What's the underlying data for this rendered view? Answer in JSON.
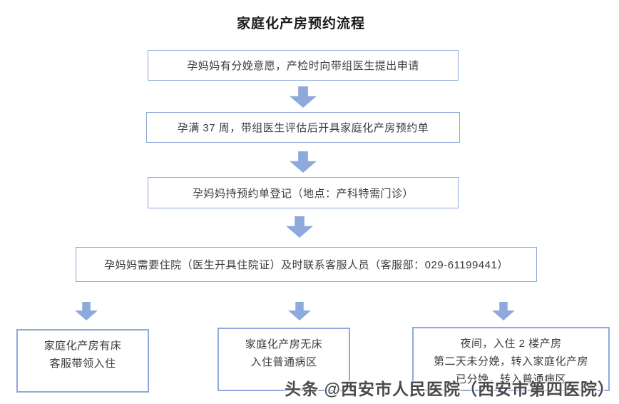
{
  "title": "家庭化产房预约流程",
  "flow": {
    "steps": [
      {
        "text": "孕妈妈有分娩意愿，产检时向带组医生提出申请"
      },
      {
        "text": "孕满 37 周，带组医生评估后开具家庭化产房预约单"
      },
      {
        "text": "孕妈妈持预约单登记（地点：产科特需门诊）"
      },
      {
        "text": "孕妈妈需要住院（医生开具住院证）及时联系客服人员（客服部：029-61199441）"
      }
    ],
    "branches": [
      {
        "lines": [
          "家庭化产房有床",
          "客服带领入住"
        ]
      },
      {
        "lines": [
          "家庭化产房无床",
          "入住普通病区"
        ]
      },
      {
        "lines": [
          "夜间，入住 2 楼产房",
          "第二天未分娩，转入家庭化产房",
          "已分娩，转入普通病区"
        ]
      }
    ],
    "contact_phone": "029-61199441"
  },
  "watermark": "头条 @西安市人民医院（西安市第四医院）",
  "colors": {
    "accent": "#8EA9DB",
    "box_border": "#8EA9DB",
    "text": "#3C3C3C",
    "title_text": "#1A1A1A",
    "watermark_text": "#4A4A4A",
    "background": "#FFFFFF"
  },
  "icons": {
    "connector": "arrow-down-icon"
  }
}
